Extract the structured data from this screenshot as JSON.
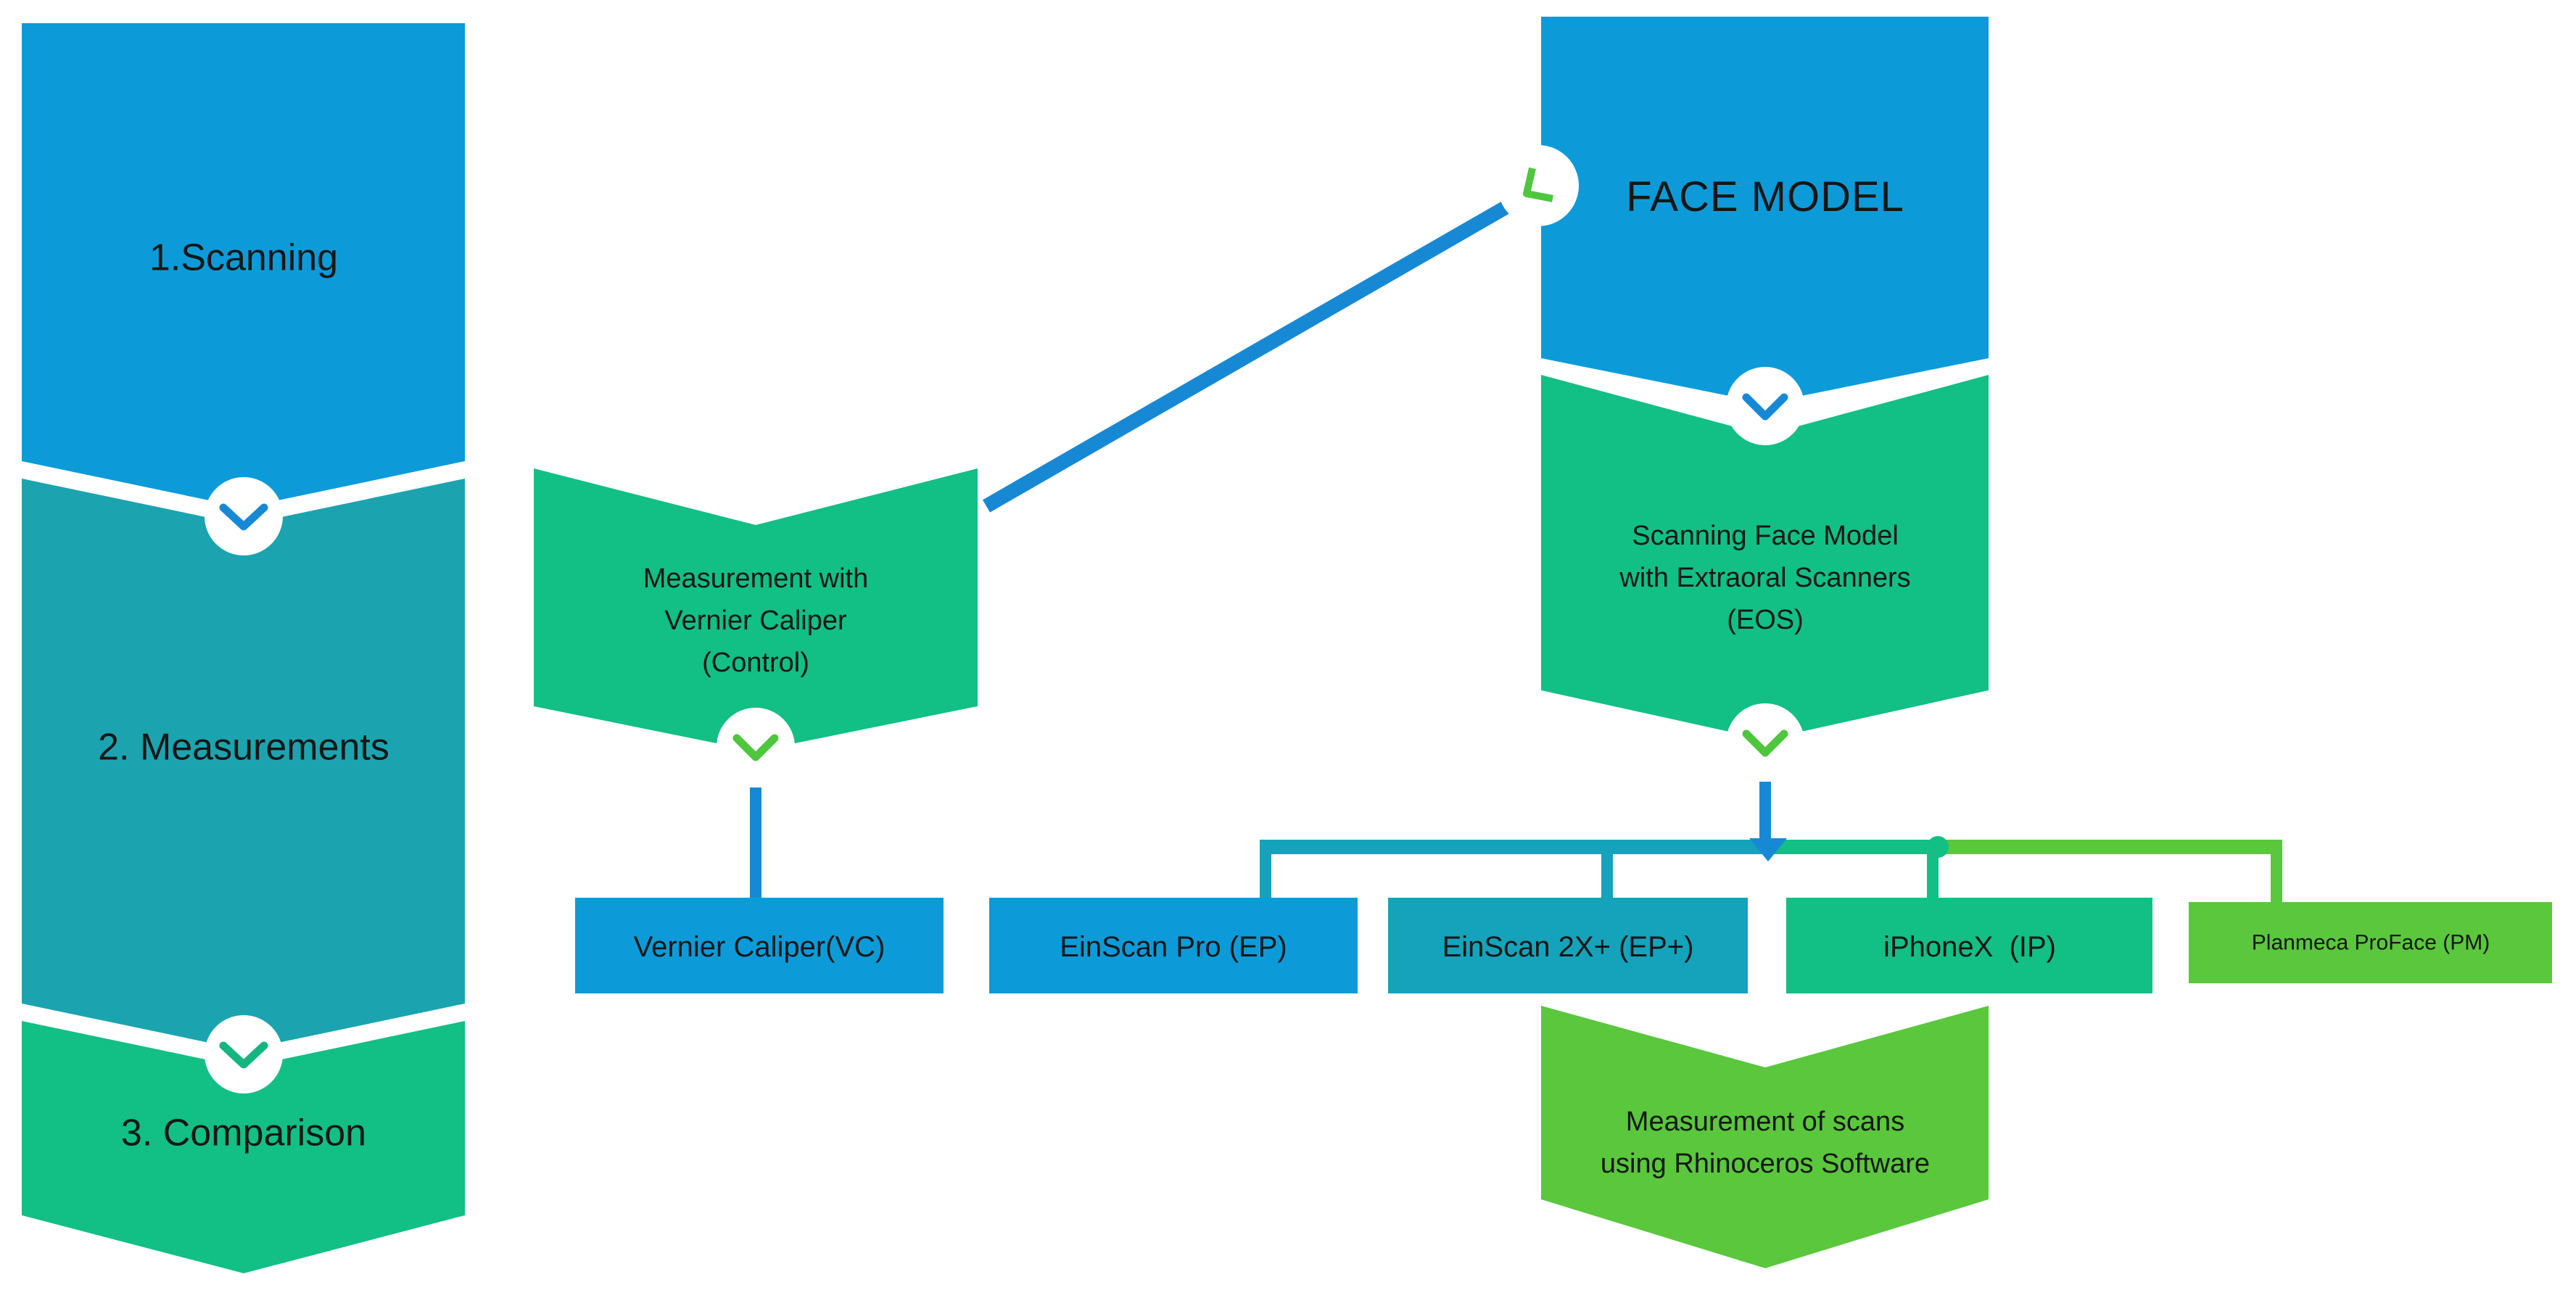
{
  "palette": {
    "blue": "#0c9bd8",
    "teal": "#14a3ba",
    "teal_block": "#1ba4af",
    "green": "#12bf85",
    "light_green": "#5ac73d",
    "line_blue": "#1789d4",
    "text": "#161616",
    "background": "#ffffff"
  },
  "process_steps": [
    {
      "label": "1.Scanning"
    },
    {
      "label": "2. Measurements"
    },
    {
      "label": "3. Comparison"
    }
  ],
  "face_model": {
    "title": "FACE MODEL"
  },
  "control_branch": {
    "banner_lines": [
      "Measurement with",
      "Vernier Caliper",
      "(Control)"
    ],
    "box_label": "Vernier Caliper(VC)"
  },
  "eos_branch": {
    "banner_lines": [
      "Scanning Face Model",
      "with Extraoral Scanners",
      "(EOS)"
    ]
  },
  "scanner_boxes": [
    {
      "label": "EinScan Pro (EP)"
    },
    {
      "label": "EinScan 2X+ (EP+)"
    },
    {
      "label": "iPhoneX  (IP)"
    },
    {
      "label": "Planmeca ProFace (PM)"
    }
  ],
  "software_banner": {
    "lines": [
      "Measurement of scans",
      "using Rhinoceros Software"
    ]
  }
}
